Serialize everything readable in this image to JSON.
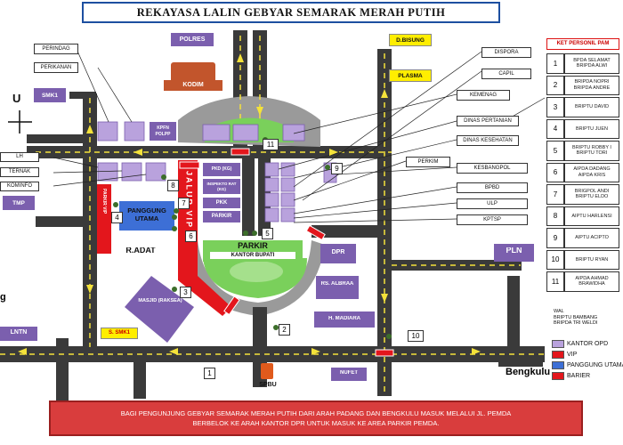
{
  "title": "REKAYASA LALIN GEBYAR SEMARAK MERAH PUTIH",
  "compass": {
    "north": "U"
  },
  "left_labels": [
    {
      "key": "lh",
      "text": "LH"
    },
    {
      "key": "ternak",
      "text": "TERNAK"
    },
    {
      "key": "kominfo",
      "text": "KOMINFO"
    }
  ],
  "top_labels": {
    "perindag": "PERINDAG",
    "perikanan": "PERIKANAN",
    "smk1": "SMK1",
    "kpfn": "KPFN POLPP",
    "polres": "POLRES",
    "kodim": "KODIM",
    "dbisung": "D.BISUNG",
    "plasma": "PLASMA",
    "tmp": "TMP"
  },
  "right_offices": [
    {
      "key": "dispora",
      "text": "DISPORA"
    },
    {
      "key": "capil",
      "text": "CAPIL"
    },
    {
      "key": "kemenag",
      "text": "KEMENAG"
    },
    {
      "key": "dinas-pertanian",
      "text": "DINAS PERTANIAN"
    },
    {
      "key": "dinas-kesehatan",
      "text": "DINAS KESEHATAN"
    },
    {
      "key": "perkim",
      "text": "PERKIM"
    },
    {
      "key": "kesbangpol",
      "text": "KESBANGPOL"
    },
    {
      "key": "bpbd",
      "text": "BPBD"
    },
    {
      "key": "ulp",
      "text": "ULP"
    },
    {
      "key": "kptsp",
      "text": "KPTSP"
    }
  ],
  "center": {
    "parkir_vip": "PARKIR VIP",
    "jalur_vip": "JALUR VIP",
    "panggung": "PANGGUNG UTAMA",
    "radat": "R.ADAT",
    "parkir_title": "PARKIR",
    "kantor_bupati": "KANTOR BUPATI",
    "pkk": "PKK",
    "parkir_small": "PARKIR",
    "pkd": "PKD (KG)",
    "inspektorat": "INSPEKTO RAT (KG)",
    "dpr": "DPR",
    "rs_albraa": "RS. ALBRAA",
    "h_madiara": "H. MADIARA",
    "masjid": "MASJID (RAKSEA)",
    "smk1_lower": "S. SMK1",
    "lntn": "LNTN",
    "pln": "PLN",
    "nufet": "NUFET",
    "spbu": "SPBU",
    "g": "g",
    "bengkulu": "Bengkulu"
  },
  "post_numbers": [
    "1",
    "2",
    "3",
    "4",
    "5",
    "6",
    "7",
    "8",
    "9",
    "10",
    "11"
  ],
  "legend_title": "KET PERSONIL PAM",
  "personnel": [
    {
      "no": "1",
      "names": [
        "BPDA SELAMAT",
        "BRIPDA ALWI"
      ]
    },
    {
      "no": "2",
      "names": [
        "BRIPDA NOPRI",
        "BRIPDA ANDRE"
      ]
    },
    {
      "no": "3",
      "names": [
        "BRIPTU DAVID"
      ]
    },
    {
      "no": "4",
      "names": [
        "BRIPTU JUEN"
      ]
    },
    {
      "no": "5",
      "names": [
        "BRIPTU ROBBY I",
        "BRIPTU TORI"
      ]
    },
    {
      "no": "6",
      "names": [
        "AIPDA DADANG",
        "AIPDA KRIS"
      ]
    },
    {
      "no": "7",
      "names": [
        "BRIGPOL ANDI",
        "BRIPTU ELDO"
      ]
    },
    {
      "no": "8",
      "names": [
        "AIPTU HARLENSI"
      ]
    },
    {
      "no": "9",
      "names": [
        "AIPTU ACIPTO"
      ]
    },
    {
      "no": "10",
      "names": [
        "BRIPTU RYAN"
      ]
    },
    {
      "no": "11",
      "names": [
        "AIPDA AHMAD",
        "BRAWIDHA"
      ]
    }
  ],
  "wal": [
    "WAL",
    "BRIPTU BAMBANG",
    "BRIPDA TRI WELDI"
  ],
  "map_legend": [
    {
      "text": "KANTOR OPD",
      "color": "#b9a2dd"
    },
    {
      "text": "VIP",
      "color": "#e3161c"
    },
    {
      "text": "PANGGUNG UTAMA",
      "color": "#3d6fd6"
    },
    {
      "text": "BARIER",
      "color": "#e3161c"
    }
  ],
  "notice": "BAGI PENGUNJUNG GEBYAR SEMARAK MERAH PUTIH DARI ARAH PADANG DAN BENGKULU MASUK MELALUI JL. PEMDA BERBELOK KE ARAH KANTOR DPR UNTUK MASUK KE AREA PARKIR PEMDA."
}
